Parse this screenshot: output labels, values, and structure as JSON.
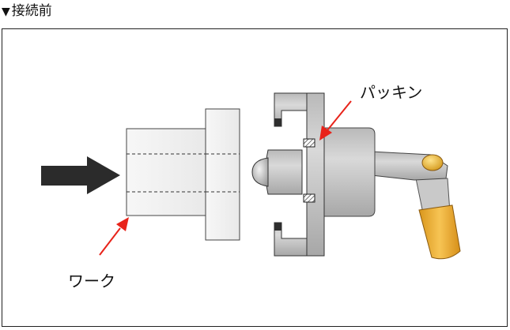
{
  "heading": {
    "marker": "▼",
    "text": "接続前"
  },
  "labels": {
    "packing": "パッキン",
    "work": "ワーク"
  },
  "colors": {
    "work_face": "#f4f4f4",
    "tool_gray": "#c3c3c3",
    "handle_yellow": "#f0b83a",
    "arrow_dark": "#2b2b2b",
    "pointer_red": "#e8231a"
  },
  "icons": [
    "push-direction-arrow",
    "pointer-arrow"
  ]
}
